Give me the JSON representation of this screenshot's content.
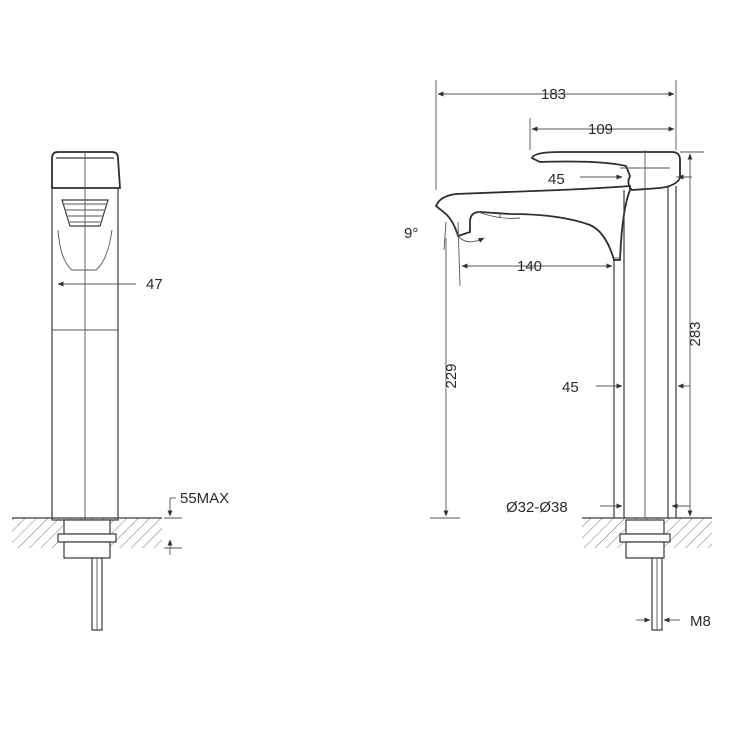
{
  "side_view": {
    "width_label": "47",
    "deck_label": "55MAX"
  },
  "front_view": {
    "overall_width_label": "183",
    "handle_label": "109",
    "handle_dia_label": "45",
    "angle_label": "9°",
    "spout_reach_label": "140",
    "spout_height_label": "229",
    "overall_height_label": "283",
    "body_dia_label": "45",
    "hole_label": "Ø32-Ø38",
    "thread_label": "M8"
  }
}
